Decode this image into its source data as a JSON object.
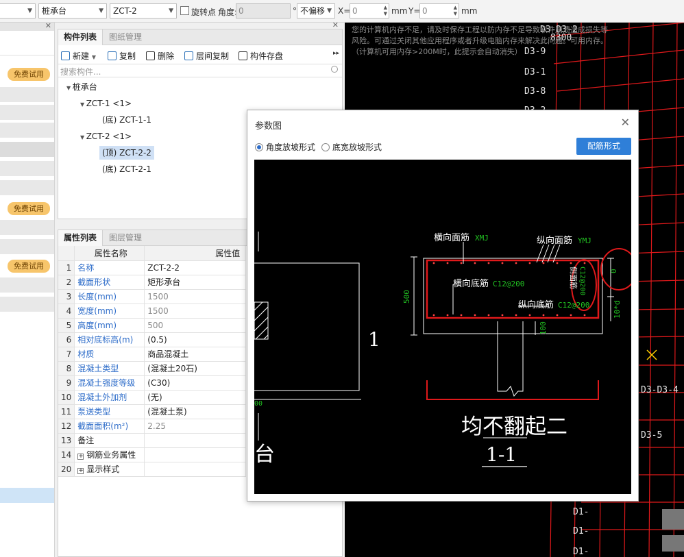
{
  "toolbar": {
    "combo1": "",
    "combo2": "桩承台",
    "combo3": "ZCT-2",
    "rotate_label": "旋转点",
    "angle_label": "角度:",
    "angle_value": "0",
    "degree": "°",
    "offset": "不偏移",
    "x_label": "X=",
    "x_value": "0",
    "mm1": "mm",
    "y_label": "Y=",
    "y_value": "0",
    "mm2": "mm"
  },
  "leftstrip": {
    "trial1": "免费试用",
    "trial2": "免费试用",
    "trial3": "免费试用"
  },
  "component_panel": {
    "tab_list": "构件列表",
    "tab_drawings": "图纸管理",
    "new": "新建",
    "copy": "复制",
    "delete": "删除",
    "floor_copy": "层间复制",
    "save": "构件存盘",
    "search_placeholder": "搜索构件...",
    "tree": {
      "root": "桩承台",
      "g1": "ZCT-1 <1>",
      "g1c1": "(底) ZCT-1-1",
      "g2": "ZCT-2 <1>",
      "g2c1": "(顶) ZCT-2-2",
      "g2c2": "(底) ZCT-2-1"
    }
  },
  "property_panel": {
    "tab_props": "属性列表",
    "tab_layers": "图层管理",
    "col_name": "属性名称",
    "col_value": "属性值",
    "rows": [
      {
        "n": "1",
        "name": "名称",
        "value": "ZCT-2-2"
      },
      {
        "n": "2",
        "name": "截面形状",
        "value": "矩形承台"
      },
      {
        "n": "3",
        "name": "长度(mm)",
        "value": "1500"
      },
      {
        "n": "4",
        "name": "宽度(mm)",
        "value": "1500"
      },
      {
        "n": "5",
        "name": "高度(mm)",
        "value": "500"
      },
      {
        "n": "6",
        "name": "相对底标高(m)",
        "value": "(0.5)"
      },
      {
        "n": "7",
        "name": "材质",
        "value": "商品混凝土"
      },
      {
        "n": "8",
        "name": "混凝土类型",
        "value": "(混凝土20石)"
      },
      {
        "n": "9",
        "name": "混凝土强度等级",
        "value": "(C30)"
      },
      {
        "n": "10",
        "name": "混凝土外加剂",
        "value": "(无)"
      },
      {
        "n": "11",
        "name": "泵送类型",
        "value": "(混凝土泵)"
      },
      {
        "n": "12",
        "name": "截面面积(m²)",
        "value": "2.25"
      },
      {
        "n": "13",
        "name": "备注",
        "value": ""
      },
      {
        "n": "14",
        "name": "钢筋业务属性",
        "value": ""
      },
      {
        "n": "20",
        "name": "显示样式",
        "value": ""
      }
    ]
  },
  "cad_notice": "您的计算机内存不足，请及时保存工程以防内存不足导致软件崩溃造成损失等风险。可通过关闭其他应用程序或者升级电脑内存来解决此问题。可用内存。（计算机可用内存>200M时，此提示会自动消失）",
  "cad_labels": [
    "D3-D3-2",
    "8300",
    "D3-9",
    "D3-1",
    "D3-8",
    "D3-2",
    "D3-D3-4",
    "D3-5",
    "D1-",
    "D1-",
    "D1-"
  ],
  "dialog": {
    "title": "参数图",
    "opt1": "角度放坡形式",
    "opt2": "底宽放坡形式",
    "button": "配筋形式",
    "drawing": {
      "top_transverse": "横向面筋",
      "top_transverse_code": "XMJ",
      "top_longitudinal": "纵向面筋",
      "top_longitudinal_code": "YMJ",
      "bottom_transverse": "横向底筋",
      "bottom_transverse_code": "C12@200",
      "bottom_longitudinal": "纵向底筋",
      "bottom_longitudinal_code": "C12@200",
      "side": "侧面筋",
      "side_code": "C12@200",
      "dim_height": "500",
      "dim_top": "0",
      "dim_anchor": "10*d",
      "dim_bottom": "100",
      "caption": "均不翻起二",
      "section": "1-1",
      "left_number": "1",
      "left_char": "台",
      "left_dim": "00"
    }
  }
}
